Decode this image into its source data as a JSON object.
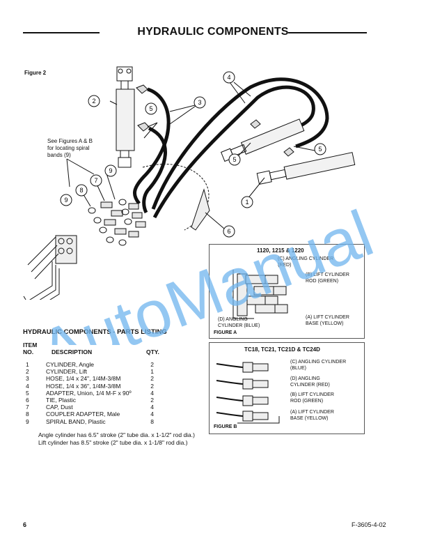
{
  "header": {
    "title": "HYDRAULIC COMPONENTS"
  },
  "figure2": {
    "label": "Figure 2",
    "note_lines": [
      "See Figures A & B",
      "for locating spiral",
      "bands (9)"
    ],
    "callouts": [
      "1",
      "2",
      "3",
      "4",
      "5",
      "5",
      "5",
      "6",
      "7",
      "8",
      "9",
      "9"
    ]
  },
  "figureA": {
    "heading": "1120, 1215 & 1220",
    "label": "FIGURE A",
    "callouts": [
      [
        "(C) ANGLING CYLINDER",
        "(RED)"
      ],
      [
        "(B) LIFT CYLINDER",
        "ROD (GREEN)"
      ],
      [
        "(D) ANGLING",
        "CYLINDER (BLUE)"
      ],
      [
        "(A) LIFT CYLINDER",
        "BASE (YELLOW)"
      ]
    ]
  },
  "figureB": {
    "heading": "TC18, TC21, TC21D & TC24D",
    "label": "FIGURE B",
    "callouts": [
      [
        "(C) ANGLING CYLINDER",
        "(BLUE)"
      ],
      [
        "(D) ANGLING",
        "CYLINDER (RED)"
      ],
      [
        "(B) LIFT CYLINDER",
        "ROD (GREEN)"
      ],
      [
        "(A) LIFT CYLINDER",
        "BASE (YELLOW)"
      ]
    ]
  },
  "parts_listing": {
    "title": "HYDRAULIC COMPONENTS - PARTS LISTING",
    "col_item": [
      "ITEM",
      "NO."
    ],
    "col_description": "DESCRIPTION",
    "col_qty": "QTY.",
    "rows": [
      {
        "no": "1",
        "desc": "CYLINDER, Angle",
        "qty": "2"
      },
      {
        "no": "2",
        "desc": "CYLINDER, Lift",
        "qty": "1"
      },
      {
        "no": "3",
        "desc": "HOSE, 1/4 x 24\", 1/4M-3/8M",
        "qty": "2"
      },
      {
        "no": "4",
        "desc": "HOSE, 1/4 x 36\", 1/4M-3/8M",
        "qty": "2"
      },
      {
        "no": "5",
        "desc": "ADAPTER, Union, 1/4 M-F x 90º",
        "qty": "4"
      },
      {
        "no": "6",
        "desc": "TIE, Plastic",
        "qty": "2"
      },
      {
        "no": "7",
        "desc": "CAP, Dust",
        "qty": "4"
      },
      {
        "no": "8",
        "desc": "COUPLER ADAPTER, Male",
        "qty": "4"
      },
      {
        "no": "9",
        "desc": "SPIRAL BAND, Plastic",
        "qty": "8"
      }
    ],
    "notes": [
      "Angle cylinder has 6.5\" stroke (2\" tube dia. x 1-1/2\" rod dia.)",
      "Lift cylinder has 8.5\" stroke (2\" tube dia. x 1-1/8\" rod dia.)"
    ]
  },
  "watermark": {
    "text": "AutoManual",
    "color": "#6fb4ee"
  },
  "footer": {
    "page_number": "6",
    "doc_code": "F-3605-4-02"
  }
}
